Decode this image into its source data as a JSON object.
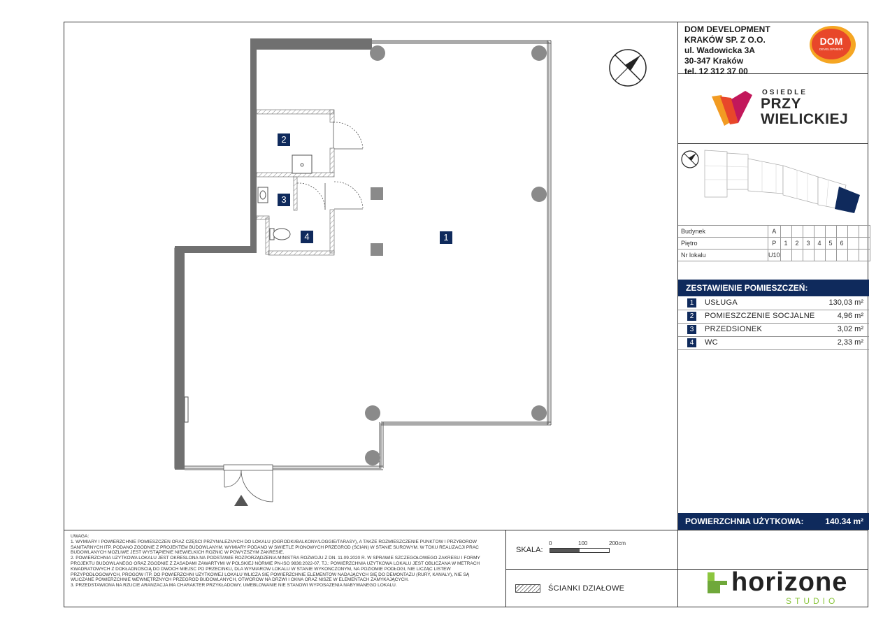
{
  "company": {
    "line1": "DOM DEVELOPMENT",
    "line2": "KRAKÓW SP. Z O.O.",
    "line3": "ul. Wadowicka 3A",
    "line4": "30-347 Kraków",
    "line5": "tel. 12 312 37 00",
    "logo_text_1": "DOM",
    "logo_text_2": "DEVELOPMENT",
    "logo_color": "#e8472a"
  },
  "project_logo": {
    "small": "OSIEDLE",
    "line1": "PRZY",
    "line2": "WIELICKIEJ"
  },
  "info_table": {
    "building_label": "Budynek",
    "building_value": "A",
    "floor_label": "Piętro",
    "floors": [
      "P",
      "1",
      "2",
      "3",
      "4",
      "5",
      "6"
    ],
    "unit_label": "Nr lokalu",
    "unit_value": "U10"
  },
  "rooms_title": "ZESTAWIENIE POMIESZCZEŃ:",
  "rooms": [
    {
      "num": "1",
      "name": "USŁUGA",
      "area": "130,03 m²"
    },
    {
      "num": "2",
      "name": "POMIESZCZENIE SOCJALNE",
      "area": "4,96 m²"
    },
    {
      "num": "3",
      "name": "PRZEDSIONEK",
      "area": "3,02 m²"
    },
    {
      "num": "4",
      "name": "WC",
      "area": "2,33 m²"
    }
  ],
  "total": {
    "label": "POWIERZCHNIA UŻYTKOWA:",
    "value": "140.34 m²"
  },
  "notes": [
    "UWAGA:",
    "1. WYMIARY I POWIERZCHNIE POMIESZCZEŃ ORAZ CZĘŚCI PRZYNALEŻNYCH DO LOKALU (OGRÓDKI/BALKONY/LOGGIE/TARASY), A TAKŻE ROZMIESZCZENIE PUNKTÓW I PRZYBORÓW",
    "SANITARNYCH ITP. PODANO ZGODNIE Z PROJEKTEM BUDOWLANYM. WYMIARY PODANO W ŚWIETLE PIONOWYCH PRZEGRÓD (ŚCIAN) W STANIE SUROWYM. W TOKU REALIZACJI PRAC",
    "BUDOWLANYCH MOŻLIWE JEST WYSTĄPIENIE NIEWIELKICH RÓŻNIC W POWYŻSZYM ZAKRESIE.",
    "2. POWIERZCHNIA UŻYTKOWA LOKALU JEST OKREŚLONA NA PODSTAWIE ROZPORZĄDZENIA MINISTRA ROZWOJU Z DN. 11.09.2020 R. W SPRAWIE SZCZEGÓŁOWEGO ZAKRESU I FORMY",
    "PROJEKTU BUDOWLANEGO ORAZ ZGODNIE Z ZASADAMI ZAWARTYMI W POLSKIEJ NORMIE PN-ISO 9836:2022-07, TJ.: POWIERZCHNIA UŻYTKOWA LOKALU JEST OBLICZANA W METRACH",
    "KWADRATOWYCH Z DOKŁADNOŚCIĄ DO DWÓCH MIEJSC PO PRZECINKU, DLA WYMIARÓW LOKALU W STANIE WYKOŃCZONYM, NA POZIOMIE PODŁOGI, NIE LICZĄC LISTEW",
    "PRZYPODŁOGOWYCH, PROGÓW ITP. DO POWIERZCHNI UŻYTKOWEJ LOKALU WLICZA SIĘ POWIERZCHNIE ELEMENTÓW NADAJĄCYCH SIĘ DO DEMONTAŻU (RURY, KANAŁY), NIE SĄ",
    "WLICZANE POWIERZCHNIE WEWNĘTRZNYCH PRZEGRÓD BUDOWLANYCH, OTWORÓW NA DRZWI I OKNA ORAZ NISZE W ELEMENTACH ZAMYKAJĄCYCH.",
    "3. PRZEDSTAWIONA NA RZUCIE ARANŻACJA MA CHARAKTER PRZYKŁADOWY, UMEBLOWANIE NIE STANOWI WYPOSAŻENIA NABYWANEGO LOKALU."
  ],
  "scale": {
    "label": "SKALA:",
    "t0": "0",
    "t1": "100",
    "t2": "200cm"
  },
  "legend": {
    "partition_label": "ŚCIANKI DZIAŁOWE"
  },
  "studio": {
    "word": "horizone",
    "sub": "STUDIO",
    "accent": "#8cc63f"
  },
  "plan_labels": {
    "room1": "1",
    "room2": "2",
    "room3": "3",
    "room4": "4"
  },
  "colors": {
    "navy": "#0f2a5c",
    "wall": "#6f6f6f",
    "column": "#8a8a8a"
  }
}
